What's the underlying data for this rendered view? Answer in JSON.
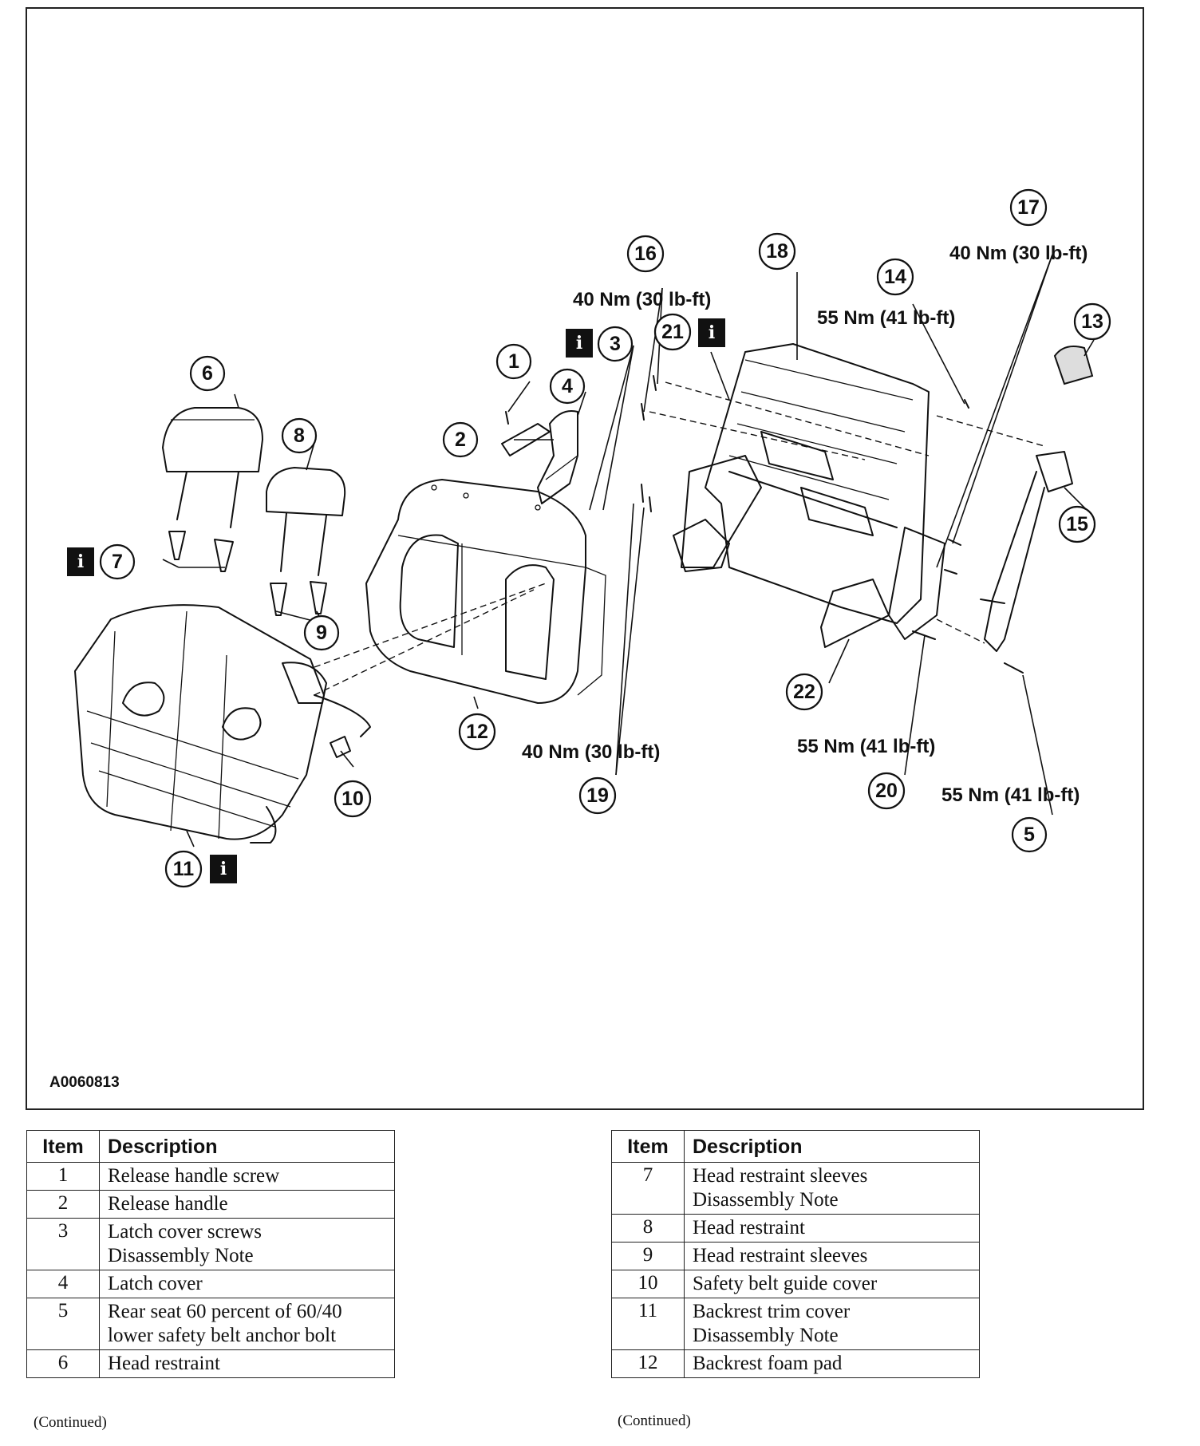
{
  "figure": {
    "id": "A0060813",
    "callouts": [
      "1",
      "2",
      "3",
      "4",
      "5",
      "6",
      "7",
      "8",
      "9",
      "10",
      "11",
      "12",
      "13",
      "14",
      "15",
      "16",
      "17",
      "18",
      "19",
      "20",
      "21",
      "22"
    ],
    "info_icon": "i",
    "torque_specs": {
      "t16": "40 Nm (30 lb-ft)",
      "t17": "40 Nm (30 lb-ft)",
      "t14": "55 Nm (41 lb-ft)",
      "t19": "40 Nm (30 lb-ft)",
      "t20": "55 Nm (41 lb-ft)",
      "t5": "55 Nm (41 lb-ft)"
    }
  },
  "table_left": {
    "headers": {
      "item": "Item",
      "description": "Description"
    },
    "rows": [
      {
        "item": "1",
        "lines": [
          "Release handle screw"
        ]
      },
      {
        "item": "2",
        "lines": [
          "Release handle"
        ]
      },
      {
        "item": "3",
        "lines": [
          "Latch cover screws",
          "Disassembly Note"
        ]
      },
      {
        "item": "4",
        "lines": [
          "Latch cover"
        ]
      },
      {
        "item": "5",
        "lines": [
          "Rear seat 60 percent of 60/40",
          "lower safety belt anchor bolt"
        ]
      },
      {
        "item": "6",
        "lines": [
          "Head restraint"
        ]
      }
    ],
    "footer": "(Continued)"
  },
  "table_right": {
    "headers": {
      "item": "Item",
      "description": "Description"
    },
    "rows": [
      {
        "item": "7",
        "lines": [
          "Head restraint sleeves",
          "Disassembly Note"
        ]
      },
      {
        "item": "8",
        "lines": [
          "Head restraint"
        ]
      },
      {
        "item": "9",
        "lines": [
          "Head restraint sleeves"
        ]
      },
      {
        "item": "10",
        "lines": [
          "Safety belt guide cover"
        ]
      },
      {
        "item": "11",
        "lines": [
          "Backrest trim cover",
          "Disassembly Note"
        ]
      },
      {
        "item": "12",
        "lines": [
          "Backrest foam pad"
        ]
      }
    ],
    "footer": "(Continued)"
  }
}
